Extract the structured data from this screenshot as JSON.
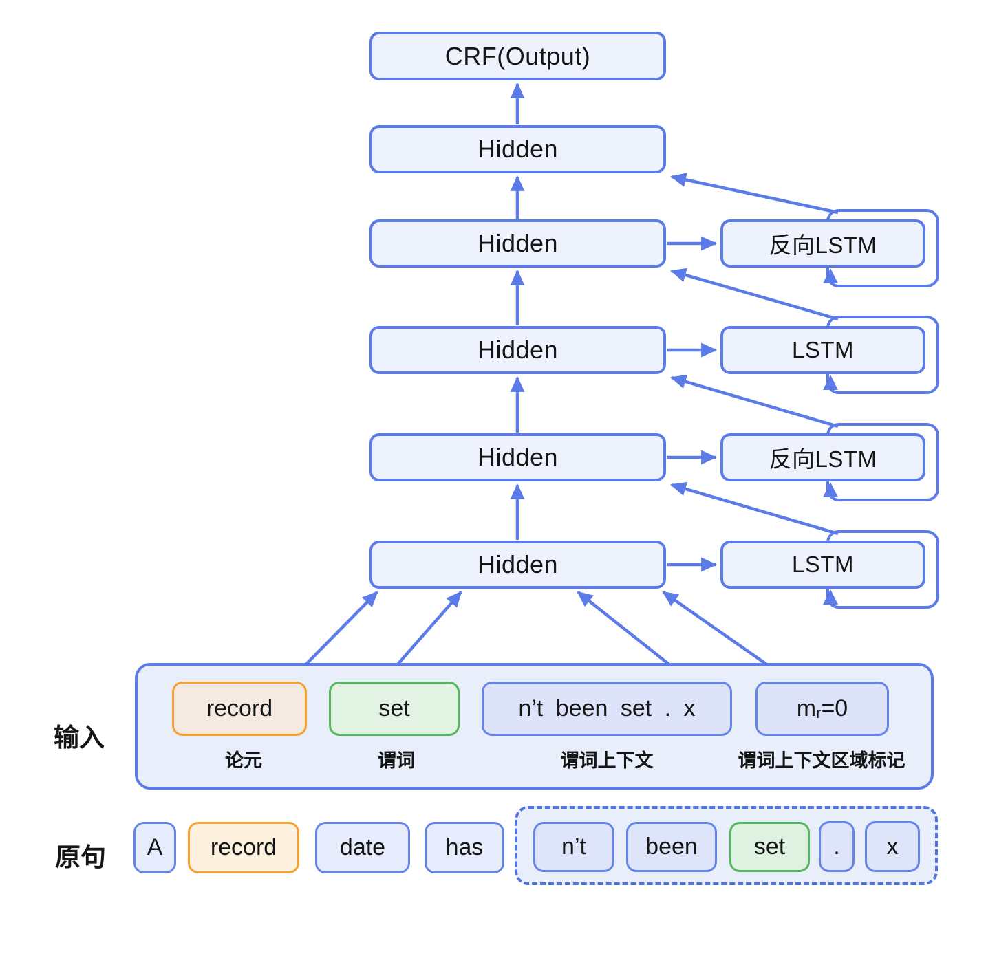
{
  "palette": {
    "line_blue": "#5B7BE8",
    "box_fill": "#EEF2FC",
    "panel_fill": "#E9EEFB",
    "token_blue_fill": "#DDE4FA",
    "token_blue_border": "#6584E8",
    "orange_border": "#F6A12F",
    "orange_fill_input": "#F4EAE2",
    "orange_fill_sentence": "#FDF2DF",
    "green_border": "#55B65E",
    "green_fill": "#E2F3E4",
    "dashed_border": "#4F73E3"
  },
  "network": {
    "output_label": "CRF(Output)",
    "hidden_label": "Hidden",
    "rows": [
      {
        "lstm": "反向LSTM"
      },
      {
        "lstm": "LSTM"
      },
      {
        "lstm": "反向LSTM"
      },
      {
        "lstm": "LSTM"
      }
    ]
  },
  "input": {
    "label": "输入",
    "tokens": [
      {
        "text": "record",
        "caption": "论元"
      },
      {
        "text": "set",
        "caption": "谓词"
      },
      {
        "text": "n’t been set . x",
        "caption": "谓词上下文"
      },
      {
        "base": "m",
        "sub": "r",
        "rest": "=0",
        "caption": "谓词上下文区域标记"
      }
    ]
  },
  "sentence": {
    "label": "原句",
    "tokens": [
      "A",
      "record",
      "date",
      "has"
    ],
    "dashed_tokens": [
      "n’t",
      "been",
      "set",
      ".",
      "x"
    ]
  }
}
